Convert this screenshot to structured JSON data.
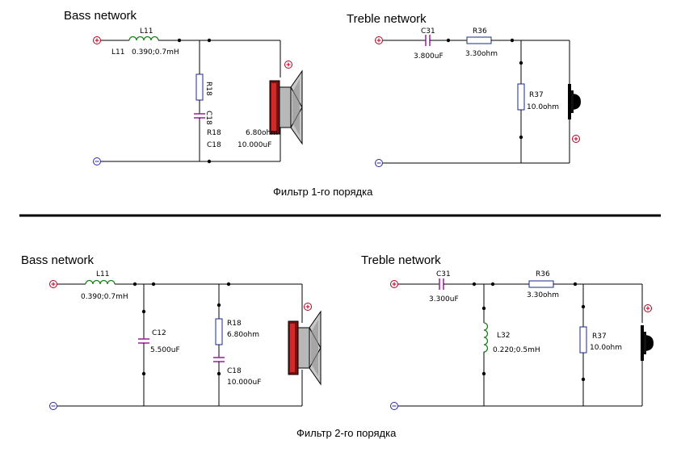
{
  "top": {
    "bass": {
      "title": "Bass network",
      "l11_top": "L11",
      "l11_left": "L11",
      "l11_value": "0.390;0.7mH",
      "r18_vert": "R18",
      "c18_vert": "C18",
      "r18_name": "R18",
      "c18_name": "C18",
      "r18_value": "6.80ohm",
      "c18_value": "10.000uF"
    },
    "treble": {
      "title": "Treble network",
      "c31_name": "C31",
      "c31_value": "3.800uF",
      "r36_name": "R36",
      "r36_value": "3.30ohm",
      "r37_name": "R37",
      "r37_value": "10.0ohm"
    },
    "caption": "Фильтр 1-го порядка"
  },
  "bottom": {
    "bass": {
      "title": "Bass network",
      "l11_name": "L11",
      "l11_value": "0.390;0.7mH",
      "c12_name": "C12",
      "c12_value": "5.500uF",
      "r18_name": "R18",
      "r18_value": "6.80ohm",
      "c18_name": "C18",
      "c18_value": "10.000uF"
    },
    "treble": {
      "title": "Treble network",
      "c31_name": "C31",
      "c31_value": "3.300uF",
      "r36_name": "R36",
      "r36_value": "3.30ohm",
      "l32_name": "L32",
      "l32_value": "0.220;0.5mH",
      "r37_name": "R37",
      "r37_value": "10.0ohm"
    },
    "caption": "Фильтр 2-го порядка"
  },
  "colors": {
    "positive_terminal": "#b00020",
    "negative_terminal": "#2a2a9a",
    "inductor": "#108010",
    "capacitor": "#9b1a9b",
    "resistor": "#1a2a8a",
    "woofer_cone": "#cc2020"
  }
}
